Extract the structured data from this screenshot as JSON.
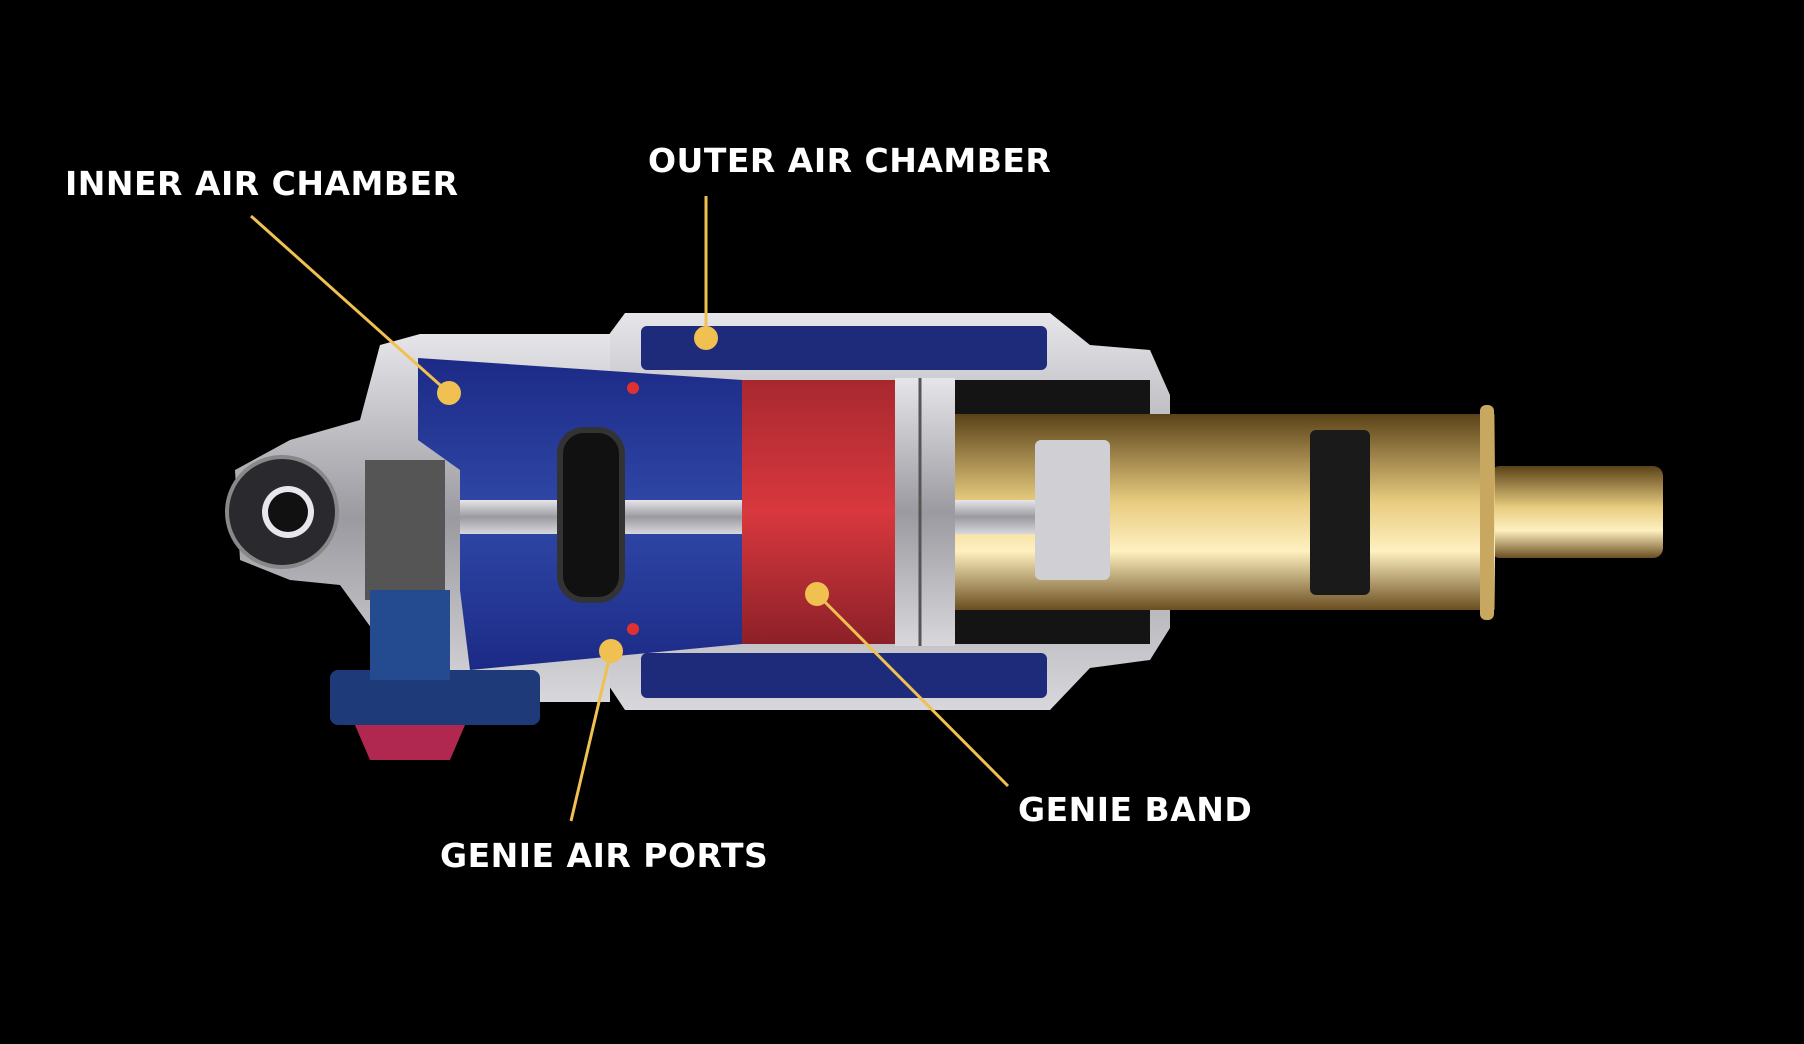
{
  "labels": {
    "inner_air_chamber": "INNER AIR CHAMBER",
    "outer_air_chamber": "OUTER AIR CHAMBER",
    "genie_band": "GENIE BAND",
    "genie_air_ports": "GENIE AIR PORTS"
  },
  "colors": {
    "background": "#000000",
    "leader": "#f0c050",
    "chamber_blue": "#1e2a7a",
    "band_red": "#c8323a",
    "gold": "#b8903a",
    "silver": "#b8b8bc"
  }
}
